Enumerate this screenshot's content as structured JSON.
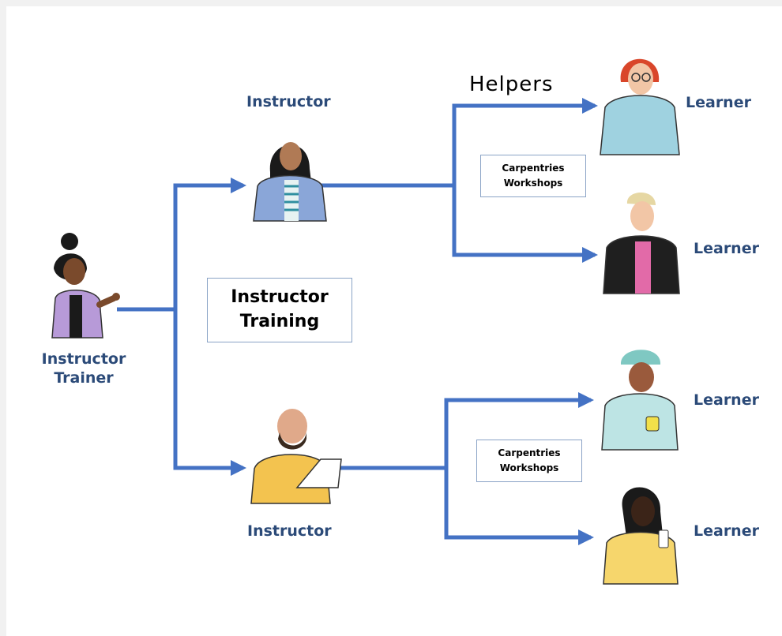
{
  "diagram": {
    "helpers_label": "Helpers",
    "training_box": {
      "line1": "Instructor",
      "line2": "Training"
    },
    "workshop_box_top": {
      "line1": "Carpentries",
      "line2": "Workshops"
    },
    "workshop_box_bottom": {
      "line1": "Carpentries",
      "line2": "Workshops"
    },
    "trainer": {
      "line1": "Instructor",
      "line2": "Trainer"
    },
    "instructor_top": {
      "label": "Instructor"
    },
    "instructor_bottom": {
      "label": "Instructor"
    },
    "learners": [
      "Learner",
      "Learner",
      "Learner",
      "Learner"
    ]
  },
  "colors": {
    "arrow": "#4472c4",
    "label": "#2b4a78",
    "box_border": "#8aa3c6"
  }
}
